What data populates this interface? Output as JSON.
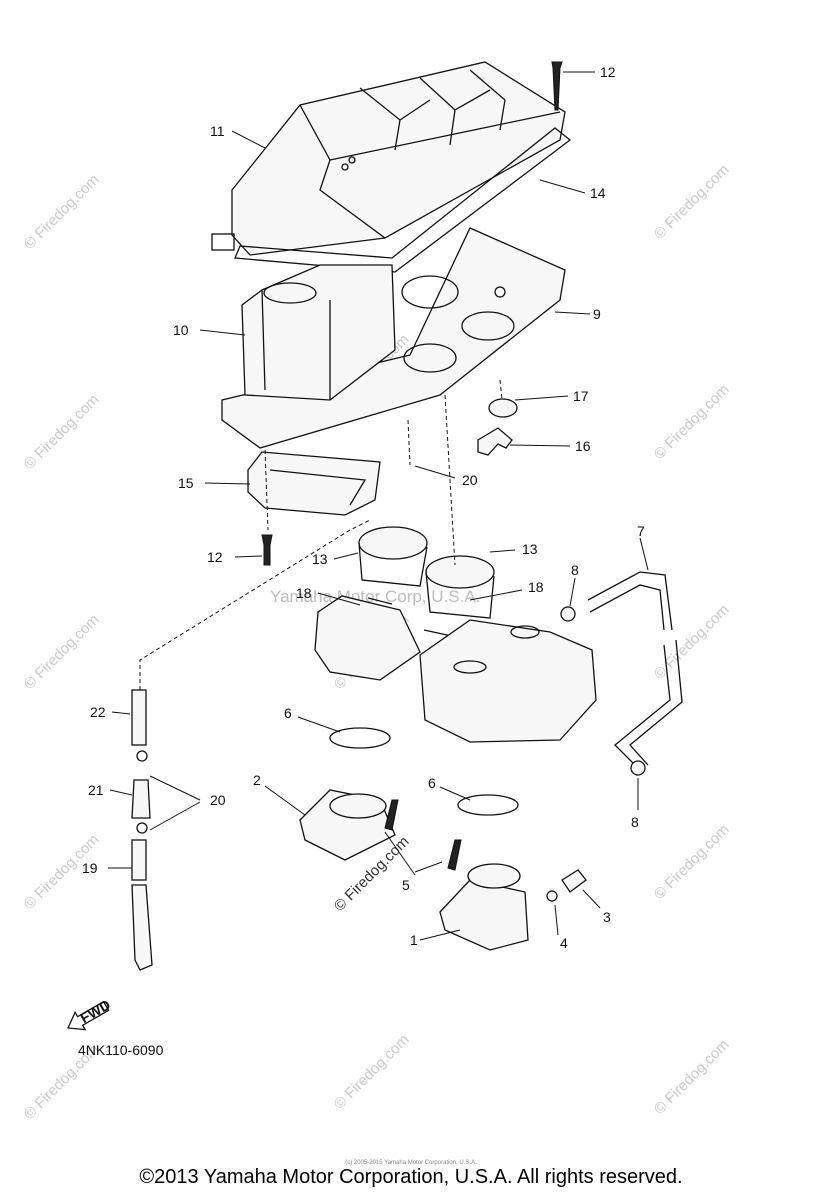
{
  "diagram": {
    "part_code": "4NK110-6090",
    "fwd_label": "FWD",
    "watermark_center": "Yamaha Motor Corp, U.S.A.",
    "watermark_firedog": "© Firedog.com",
    "callouts": {
      "c1": "1",
      "c2": "2",
      "c3": "3",
      "c4": "4",
      "c5": "5",
      "c6a": "6",
      "c6b": "6",
      "c7": "7",
      "c8a": "8",
      "c8b": "8",
      "c9": "9",
      "c10": "10",
      "c11": "11",
      "c12a": "12",
      "c12b": "12",
      "c13a": "13",
      "c13b": "13",
      "c14": "14",
      "c15": "15",
      "c16": "16",
      "c17": "17",
      "c18a": "18",
      "c18b": "18",
      "c19": "19",
      "c20a": "20",
      "c20b": "20",
      "c21": "21",
      "c22": "22"
    }
  },
  "footer": {
    "copyright": "©2013 Yamaha Motor Corporation, U.S.A. All rights reserved.",
    "small_copyright": "(c) 2005-2015 Yamaha Motor Corporation, U.S.A."
  }
}
